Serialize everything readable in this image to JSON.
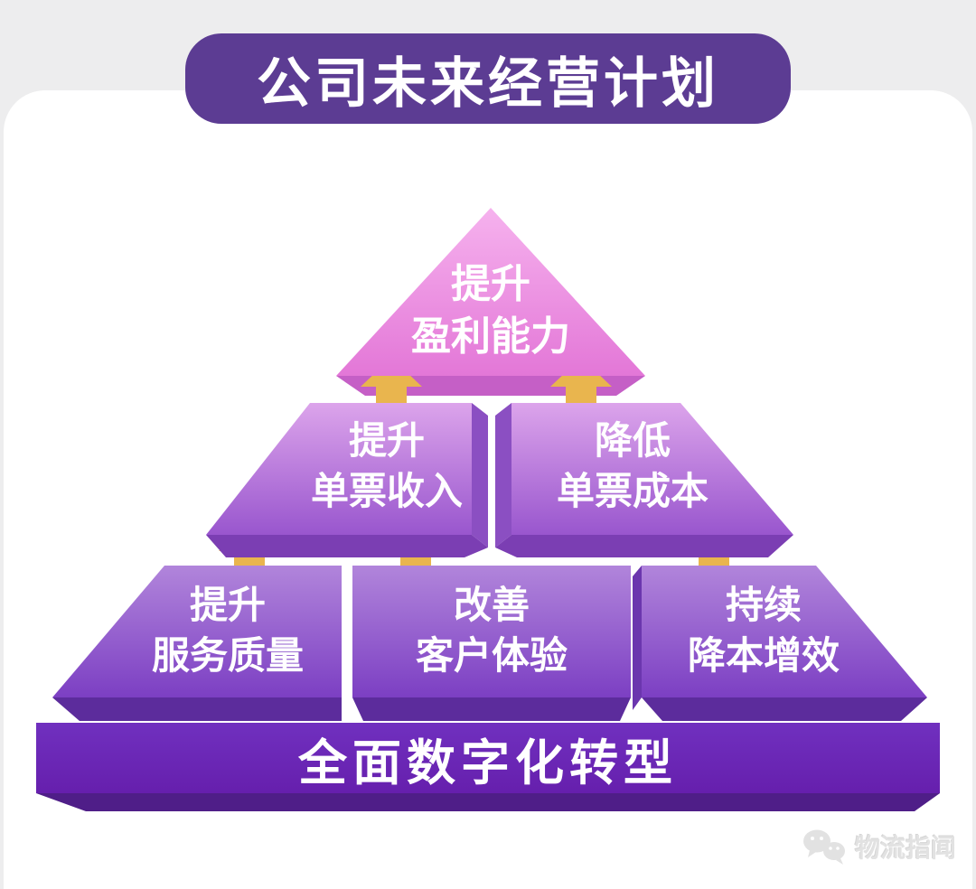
{
  "title": "公司未来经营计划",
  "pyramid": {
    "top": {
      "line1": "提升",
      "line2": "盈利能力"
    },
    "middle": [
      {
        "line1": "提升",
        "line2": "单票收入"
      },
      {
        "line1": "降低",
        "line2": "单票成本"
      }
    ],
    "bottom": [
      {
        "line1": "提升",
        "line2": "服务质量"
      },
      {
        "line1": "改善",
        "line2": "客户体验"
      },
      {
        "line1": "持续",
        "line2": "降本增效"
      }
    ]
  },
  "base_bar": "全面数字化转型",
  "watermark": "物流指闻",
  "colors": {
    "banner_purple": "#5c3c93",
    "triangle_pink_top": "#f6b2ee",
    "triangle_pink_bottom": "#e377d7",
    "triangle_side": "#c55fc6",
    "middle_grad_top": "#dca4eb",
    "middle_grad_bottom": "#9956ce",
    "middle_side": "#8b4fc2",
    "bottom_grad_top": "#b185db",
    "bottom_grad_bottom": "#7c3fc3",
    "bottom_side": "#5c2c9c",
    "bar_purple": "#6b28b6",
    "bar_side": "#4f1e88",
    "arrow_gold": "#e9b54e",
    "background_gray": "#ededee",
    "card_white": "#ffffff",
    "text_white": "#ffffff"
  }
}
